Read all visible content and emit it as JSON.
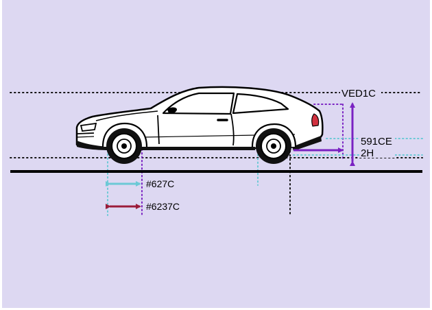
{
  "labels": {
    "top_line": "VED1C",
    "right_line_1": "591CE",
    "right_line_2": "2H",
    "arrow_1": "#627C",
    "arrow_2": "#6237C"
  },
  "colors": {
    "background": "#ddd8f2",
    "dotted_line": "#111111",
    "teal": "#6cc9d6",
    "purple": "#7a22c2",
    "dark_red": "#9b1c3a",
    "taillight": "#d1313f"
  },
  "icons": {
    "vehicle": "car-side-view-icon"
  }
}
